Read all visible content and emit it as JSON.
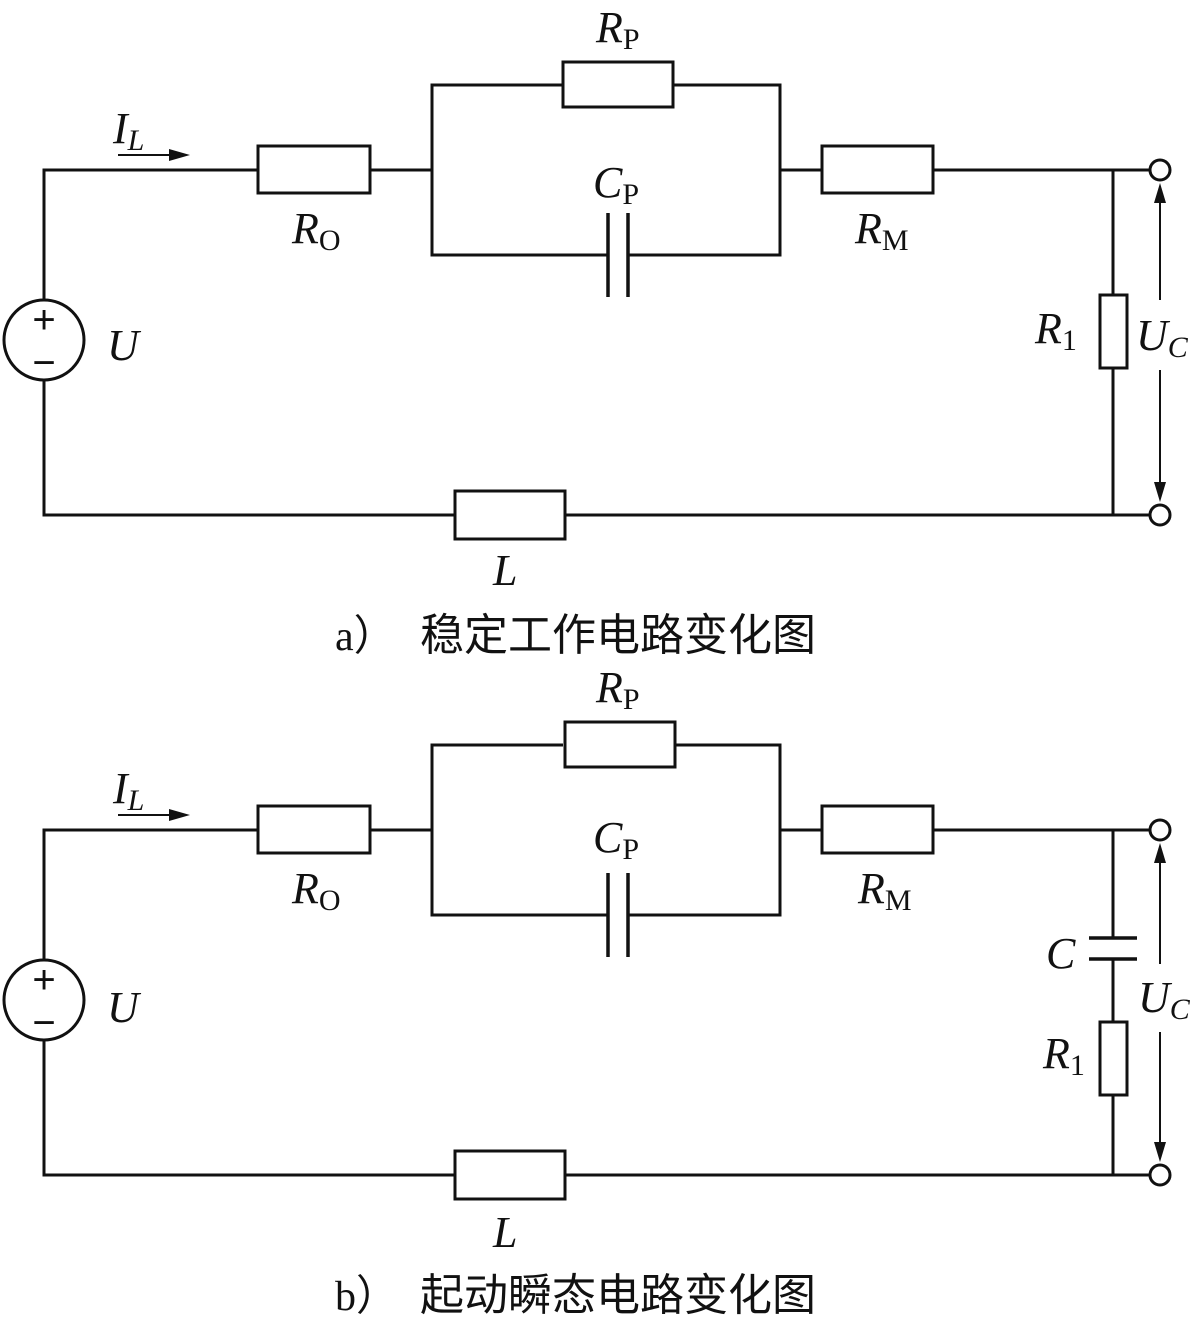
{
  "panels": [
    {
      "caption": {
        "tag": "a）",
        "title": "稳定工作电路变化图"
      },
      "current": {
        "main": "I",
        "sub": "L"
      },
      "source": {
        "label": "U",
        "plus": "+",
        "minus": "−"
      },
      "r_o": {
        "main": "R",
        "sub": "O"
      },
      "r_p": {
        "main": "R",
        "sub": "P"
      },
      "c_p": {
        "main": "C",
        "sub": "P"
      },
      "r_m": {
        "main": "R",
        "sub": "M"
      },
      "r_1": {
        "main": "R",
        "sub": "1"
      },
      "u_c": {
        "main": "U",
        "sub": "C"
      },
      "l": {
        "main": "L"
      }
    },
    {
      "caption": {
        "tag": "b）",
        "title": "起动瞬态电路变化图"
      },
      "current": {
        "main": "I",
        "sub": "L"
      },
      "source": {
        "label": "U",
        "plus": "+",
        "minus": "−"
      },
      "r_o": {
        "main": "R",
        "sub": "O"
      },
      "r_p": {
        "main": "R",
        "sub": "P"
      },
      "c_p": {
        "main": "C",
        "sub": "P"
      },
      "r_m": {
        "main": "R",
        "sub": "M"
      },
      "c": {
        "main": "C"
      },
      "r_1": {
        "main": "R",
        "sub": "1"
      },
      "u_c": {
        "main": "U",
        "sub": "C"
      },
      "l": {
        "main": "L"
      }
    }
  ]
}
